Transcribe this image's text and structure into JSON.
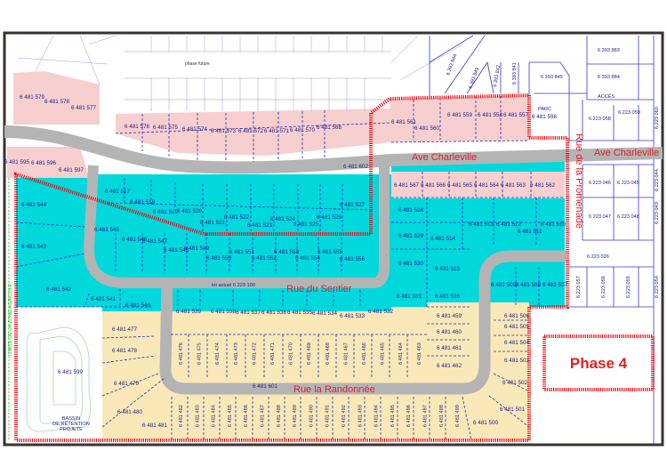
{
  "title_labels": {
    "phase_future": "phase future",
    "phase4": "Phase 4",
    "basin": [
      "BASSIN",
      "DE RÉTENTION",
      "PROJETÉ"
    ],
    "agri_limit": "LIMITE DE LA ZONE AGRICOLE",
    "lot_actuel": "lot actuel 6 223 100",
    "acces": "ACCÈS",
    "parc": "PARC"
  },
  "streets": {
    "charleville": "Ave Charleville",
    "charleville_east": "Ave Charleville",
    "promenade": "Rue de la Promenade",
    "sentier": "Rue du Sentier",
    "randonnee": "Rue la Randonnée"
  },
  "lots": {
    "579": "6 481 579",
    "578": "6 481 578",
    "577": "6 481 577",
    "595": "6 481 595",
    "596": "6 481 596",
    "597": "6 481 597",
    "576": "6 481 576",
    "575": "6 481 575",
    "574": "6 481 574",
    "573": "6 481 573",
    "572": "6 481 572",
    "571": "6 481 571",
    "570": "6 481 570",
    "568": "6 481 568",
    "561": "6 481 561",
    "560": "6 481 560",
    "559": "6 481 559",
    "558": "6 481 558",
    "557": "6 481 557",
    "598": "6 481 598",
    "567": "6 481 567",
    "566": "6 481 566",
    "565": "6 481 565",
    "564": "6 481 564",
    "563": "6 481 563",
    "562": "6 481 562",
    "602": "6 481 602",
    "601": "6 481 601",
    "599": "6 481 599",
    "517": "6 481 517",
    "518": "6 481 518",
    "519": "6 481 519",
    "520": "6 481 520",
    "521": "6 481 521",
    "522": "6 481 522",
    "523": "6 481 523",
    "524": "6 481 524",
    "525": "6 481 525",
    "526": "6 481 526",
    "527": "6 481 527",
    "545": "6 481 545",
    "546": "6 481 546",
    "547": "6 481 547",
    "548": "6 481 548",
    "549": "6 481 549",
    "550": "6 481 550",
    "551": "6 481 551",
    "552": "6 481 552",
    "553": "6 481 553",
    "554": "6 481 554",
    "555": "6 481 555",
    "556": "6 481 556",
    "544": "6 481 544",
    "543": "6 481 543",
    "542": "6 481 542",
    "541": "6 481 541",
    "540": "6 481 540",
    "539": "6 481 539",
    "538": "6 481 538",
    "537": "6 481 537",
    "536": "6 481 536",
    "535": "6 481 535",
    "534": "6 481 534",
    "533": "6 481 533",
    "532": "6 481 532",
    "531": "6 481 531",
    "528": "6 481 528",
    "529": "6 481 529",
    "530": "6 481 530",
    "514": "6 481 514",
    "515": "6 481 515",
    "516": "6 481 516",
    "513": "6 481 513",
    "512": "6 481 512",
    "511": "6 481 511",
    "510": "6 481 510",
    "509": "6 481 509",
    "508": "6 481 508",
    "507": "6 481 507",
    "459": "6 481 459",
    "460": "6 481 460",
    "461": "6 481 461",
    "462": "6 481 462",
    "506": "6 481 506",
    "505": "6 481 505",
    "504": "6 481 504",
    "503": "6 481 503",
    "502": "6 481 502",
    "501": "6 481 501",
    "500": "6 481 500",
    "477": "6 481 477",
    "478": "6 481 478",
    "479": "6 481 479",
    "480": "6 481 480",
    "481": "6 481 481",
    "476": "6 481 476",
    "475": "6 481 475",
    "474": "6 481 474",
    "473": "6 481 473",
    "472": "6 481 472",
    "471": "6 481 471",
    "470": "6 481 470",
    "469": "6 481 469",
    "468": "6 481 468",
    "467": "6 481 467",
    "466": "6 481 466",
    "465": "6 481 465",
    "464": "6 481 464",
    "463": "6 481 463",
    "482": "6 481 482",
    "483": "6 481 483",
    "484": "6 481 484",
    "485": "6 481 485",
    "486": "6 481 486",
    "487": "6 481 487",
    "488": "6 481 488",
    "489": "6 481 489",
    "490": "6 481 490",
    "491": "6 481 491",
    "492": "6 481 492",
    "493": "6 481 493",
    "494": "6 481 494",
    "495": "6 481 495",
    "496": "6 481 496",
    "497": "6 481 497",
    "498": "6 481 498",
    "499": "6 481 499",
    "c844": "6 393 844",
    "c843": "6 393 843",
    "c842": "6 393 842",
    "c841": "6 393 841",
    "c845": "6 393 845",
    "c883": "6 393 883",
    "c884": "6 393 884",
    "c058": "6 223 058",
    "c059": "6 223 059",
    "c060": "6 223 060",
    "c046": "6 223 046",
    "c045": "6 223 045",
    "c044": "6 223 044",
    "c047": "6 223 047",
    "c048": "6 223 048",
    "c049": "6 223 049",
    "c026": "6 223 026",
    "c057": "6 223 057",
    "c056": "6 223 056",
    "c055": "6 223 055",
    "c054": "6 223 054"
  },
  "colors": {
    "residential_pink": "#f7cfcf",
    "cyan_zone": "#00d8dc",
    "beige_zone": "#fbe8b8",
    "road": "#b4b4b4",
    "phase_boundary": "#e8141c",
    "lot_lines": "#2d2db8",
    "agri_limit": "#33cc33"
  }
}
